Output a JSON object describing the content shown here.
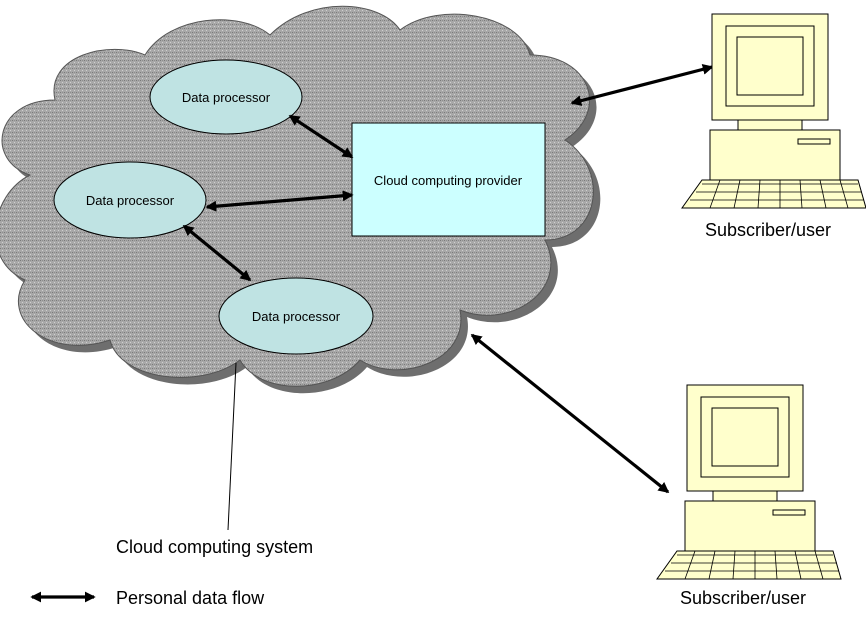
{
  "diagram": {
    "cloud_label": "Cloud computing system",
    "provider_label": "Cloud computing provider",
    "processors": [
      {
        "label": "Data processor"
      },
      {
        "label": "Data processor"
      },
      {
        "label": "Data processor"
      }
    ],
    "subscribers": [
      {
        "label": "Subscriber/user"
      },
      {
        "label": "Subscriber/user"
      }
    ],
    "legend_label": "Personal data flow",
    "colors": {
      "cloud_fill": "#a3a3a3",
      "cloud_shadow": "#6e6e6e",
      "processor_fill": "#bfe3e3",
      "provider_fill": "#ccffff",
      "computer_fill": "#ffffcc",
      "stroke": "#000000"
    }
  }
}
